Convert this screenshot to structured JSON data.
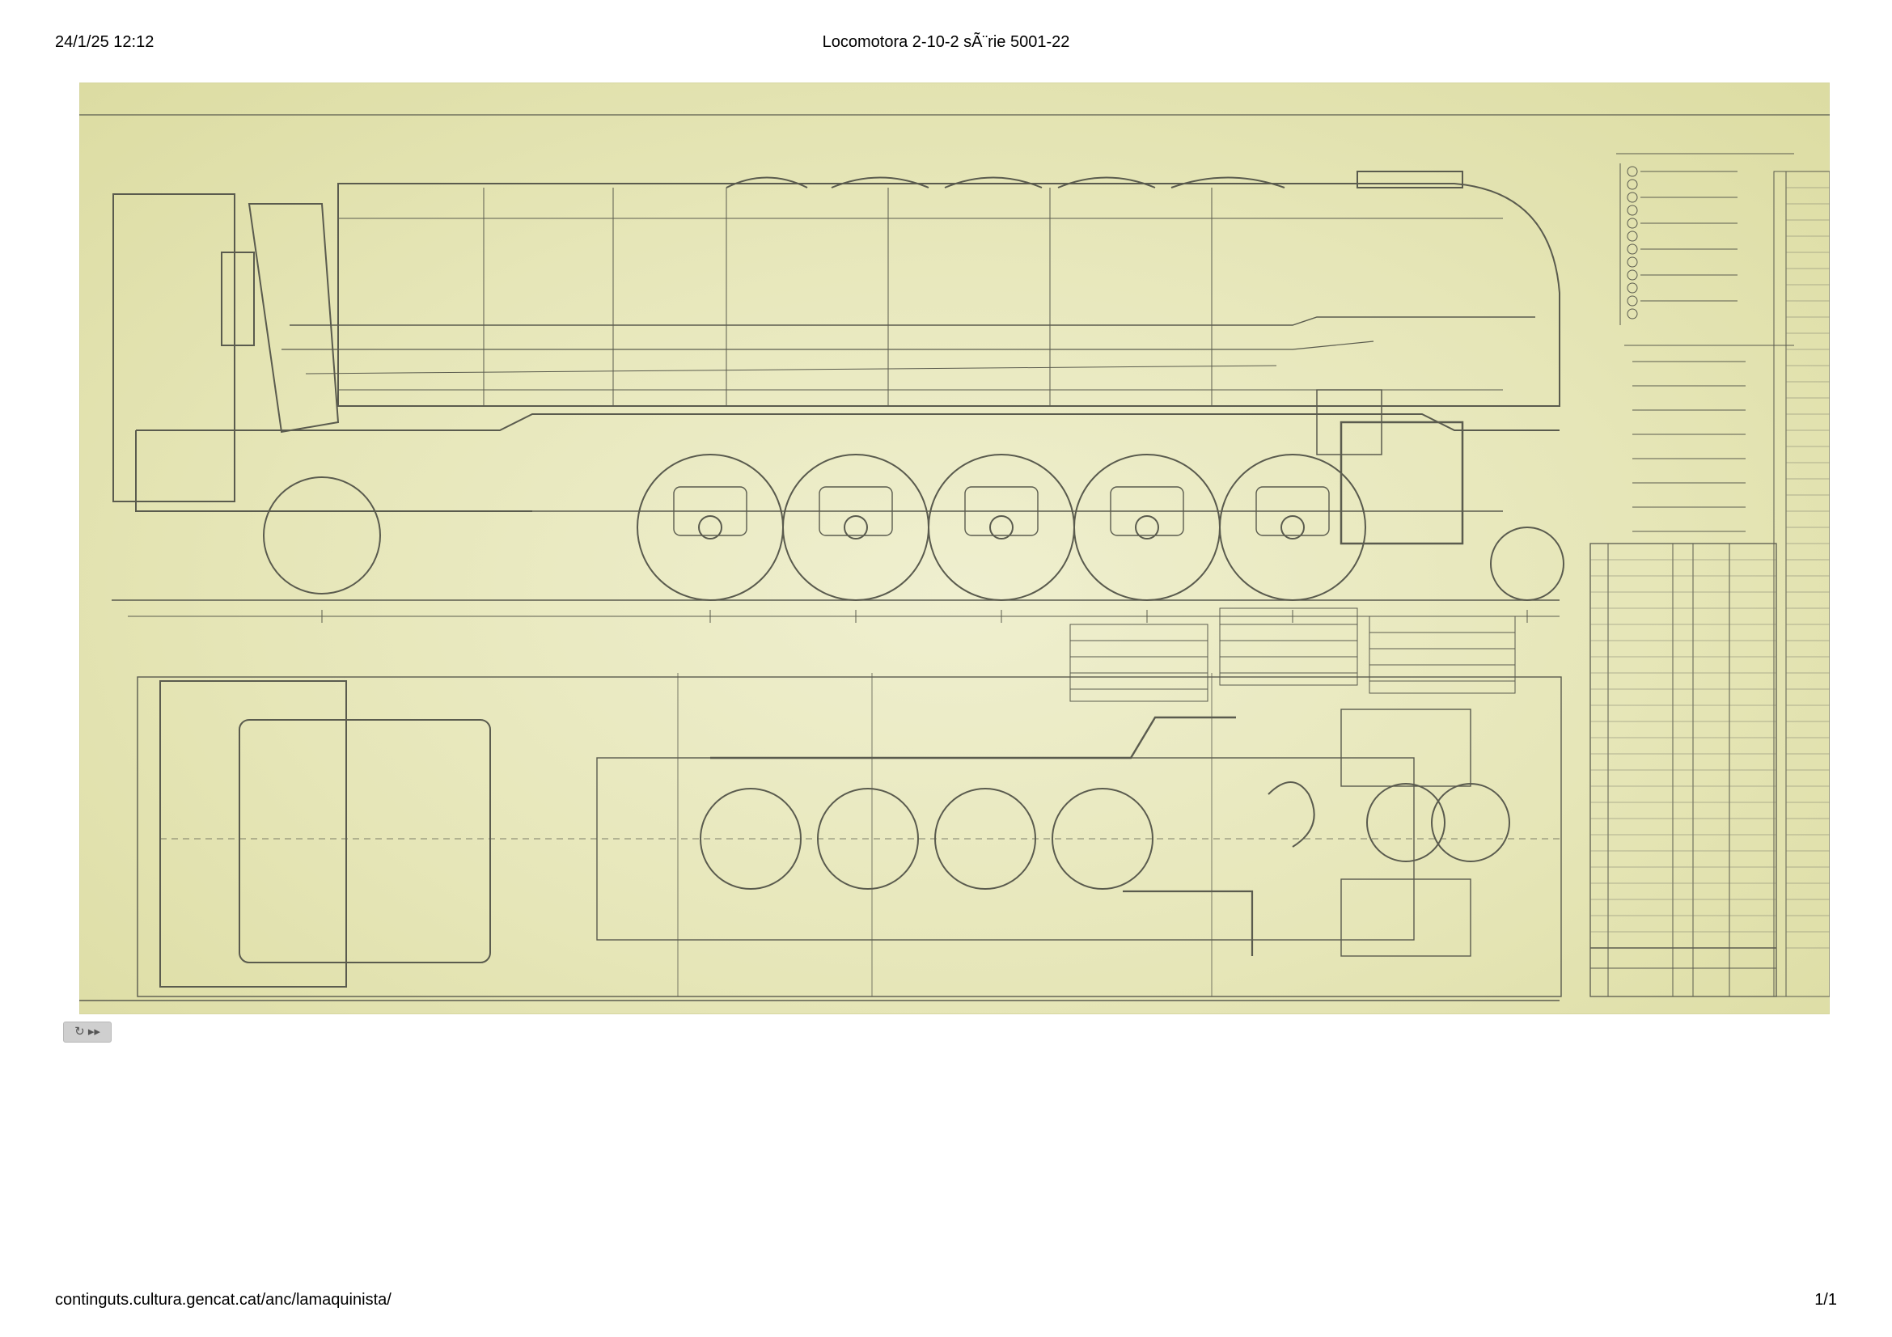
{
  "header": {
    "datetime": "24/1/25 12:12",
    "title": "Locomotora 2-10-2 sÃ¨rie 5001-22"
  },
  "footer": {
    "url": "continguts.cultura.gencat.cat/anc/lamaquinista/",
    "page": "1/1"
  },
  "drawing": {
    "subject": "locomotive-technical-drawing",
    "paper_color": "#e8e8bd",
    "ink_color": "#55564c"
  },
  "player": {
    "icons": [
      "rotate-icon",
      "forward-icon"
    ]
  }
}
